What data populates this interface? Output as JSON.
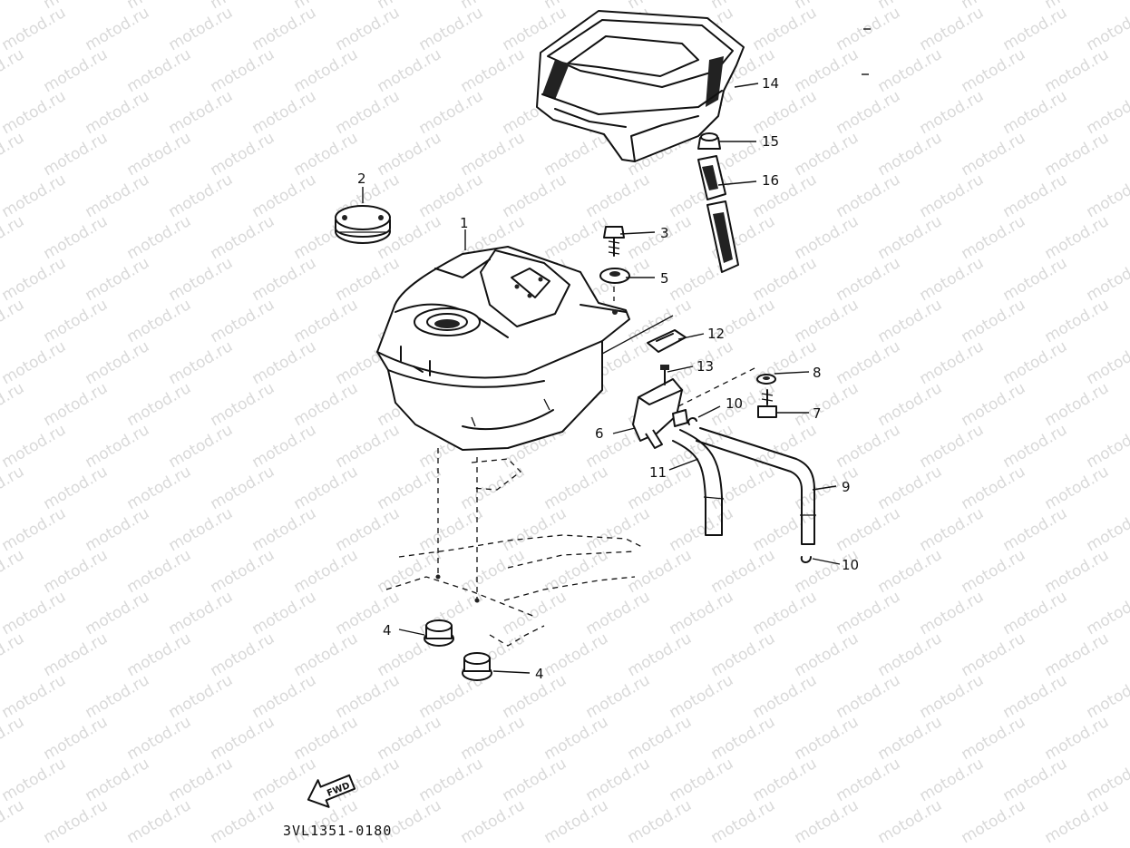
{
  "watermark": "motod.ru",
  "callouts": {
    "c1": "1",
    "c2": "2",
    "c3": "3",
    "c4a": "4",
    "c4b": "4",
    "c5": "5",
    "c6": "6",
    "c7": "7",
    "c8": "8",
    "c9": "9",
    "c10a": "10",
    "c10b": "10",
    "c11": "11",
    "c12": "12",
    "c13": "13",
    "c14": "14",
    "c15": "15",
    "c16": "16"
  },
  "fwd_label": "FWD",
  "diagram_code": "3VL1351-0180",
  "colors": {
    "ink": "#111111",
    "watermark": "#d9d9d9",
    "background": "#ffffff"
  }
}
